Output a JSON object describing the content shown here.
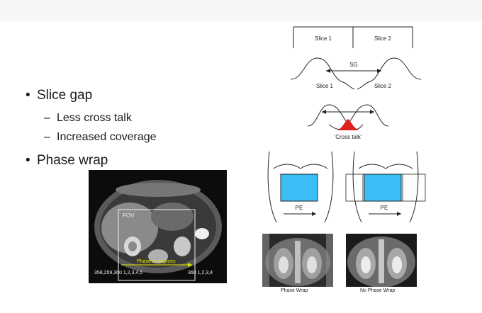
{
  "bullets": {
    "slice_gap": "Slice gap",
    "less_cross_talk": "Less cross talk",
    "increased_coverage": "Increased coverage",
    "phase_wrap": "Phase wrap"
  },
  "glyphs": {
    "bullet": "•",
    "dash": "–"
  },
  "diagram_slices": {
    "slice1": "Slice 1",
    "slice2": "Slice 2",
    "sg": "SG",
    "cross_talk": "'Cross talk'"
  },
  "diagram_pe": {
    "pe": "PE"
  },
  "mri": {
    "fov": "FOV",
    "phase_in_degrees": "Phase in degrees",
    "left_values": "358,259,360 1,2,3,4,5",
    "right_values": "360 1,2,3,4"
  },
  "captions": {
    "phase_wrap": "Phase Wrap",
    "no_phase_wrap": "No Phase Wrap"
  },
  "colors": {
    "fov_box": "#3bbdf5",
    "crosstalk": "#e0201a",
    "phase_arrow": "#e6e600"
  }
}
